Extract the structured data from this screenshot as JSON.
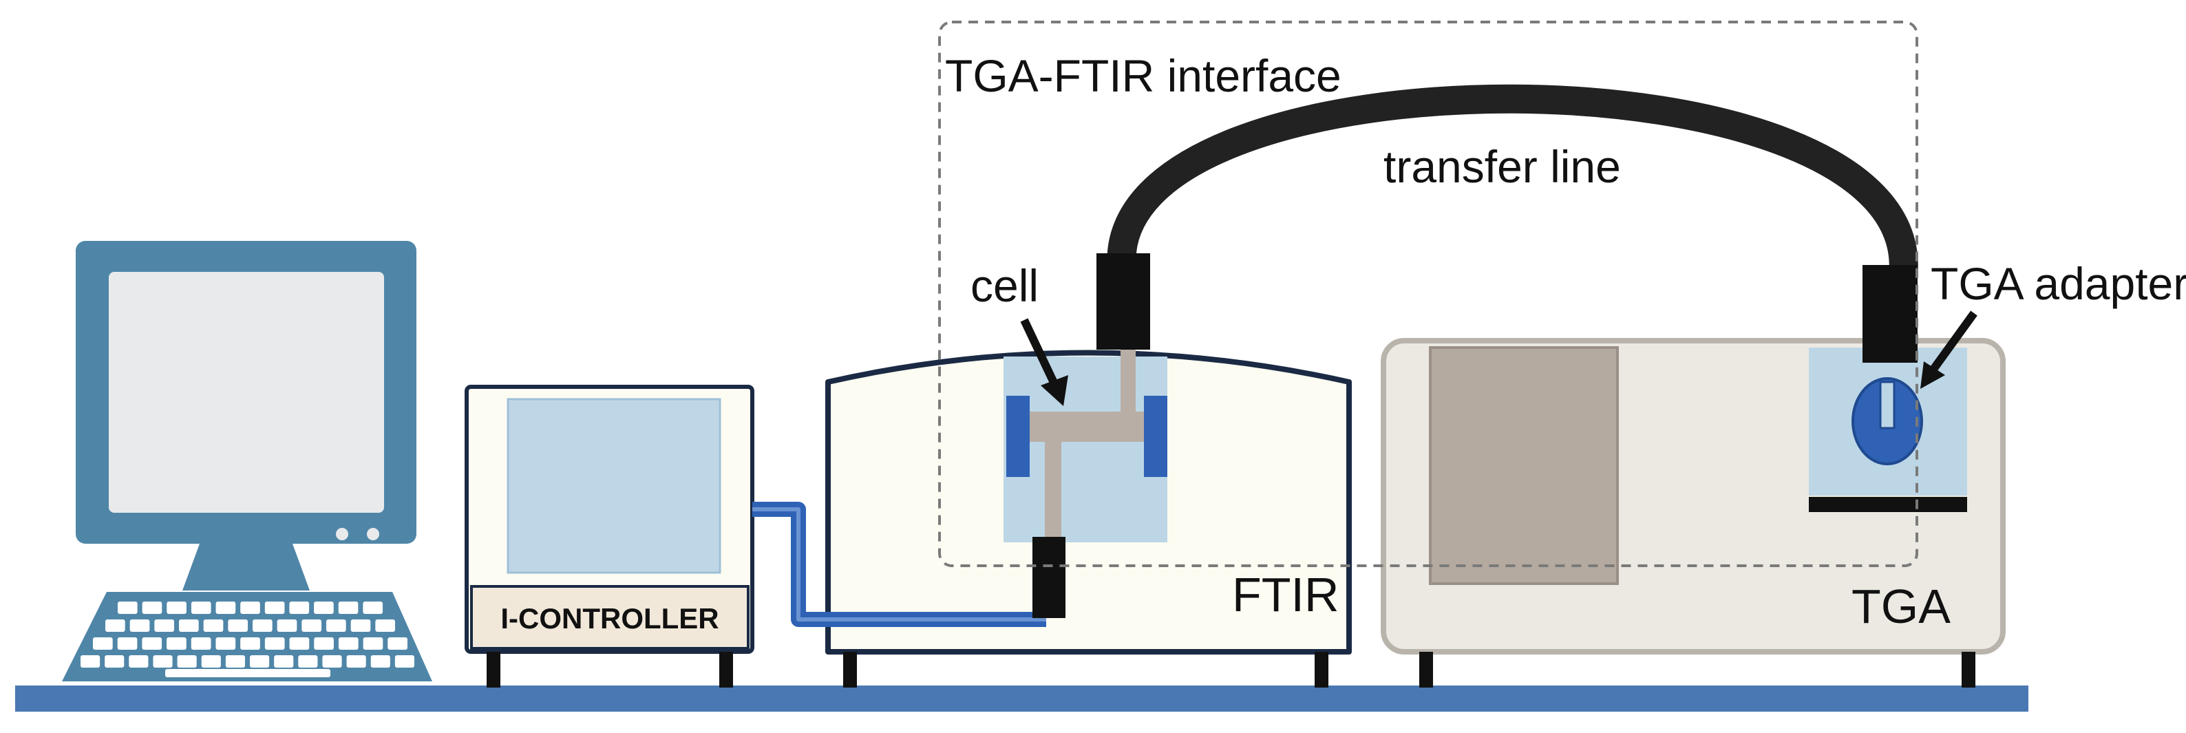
{
  "labels": {
    "interface": "TGA-FTIR interface",
    "transfer_line": "transfer line",
    "cell": "cell",
    "tga_adapter": "TGA adapter",
    "ftir": "FTIR",
    "tga": "TGA",
    "controller": "I-CONTROLLER"
  },
  "colors": {
    "computer_blue": "#4f86a8",
    "screen_fill": "#e9eaec",
    "bench_blue": "#4a78b2",
    "tube_blue": "#2f62b5",
    "cell_box": "#bcd6e6",
    "cell_tube": "#b9aea6",
    "ftir_body": "#fdfcf2",
    "tga_body": "#ece9e2",
    "tga_panel": "#b5aaa0",
    "transfer_line": "#222222"
  },
  "icons": [
    "monitor-icon",
    "keyboard-icon",
    "arrow-icon"
  ]
}
